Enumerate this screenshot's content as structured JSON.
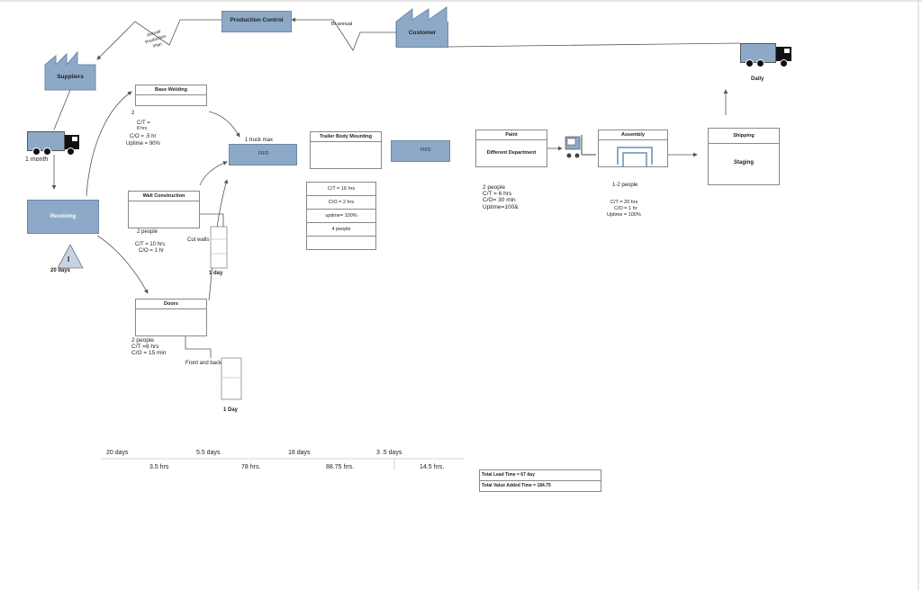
{
  "entities": {
    "production_control": "Production Control",
    "customer": "Customer",
    "suppliers": "Suppliers",
    "receiving": "Receiving"
  },
  "flows": {
    "annual_plan": "Annual Production Plan",
    "biannual": "Bi-annual",
    "daily": "Daily",
    "one_month": "1 month",
    "truck_max": "1 truck max",
    "fifo1": "FIFO",
    "fifo2": "FIFO"
  },
  "inventory": {
    "symbol": "I",
    "days": "20 days"
  },
  "base_welding": {
    "title": "Base Welding",
    "operators": "2",
    "ct_label": "C/T =",
    "ct_value": "8 hrs",
    "co": "C/O = .5 hr",
    "uptime": "Uptime = 90%"
  },
  "wall_construction": {
    "title": "Wall Construction",
    "people": "2 people",
    "ct": "C/T = 10 hrs",
    "co": "C/O = 1 hr",
    "cut_walls": "Cut walls",
    "one_day": "1 day"
  },
  "doors": {
    "title": "Doors",
    "people": "2 people",
    "ct": "C/T =8 hrs",
    "co": "C/O = 15 min",
    "front_back": "Front and back",
    "one_day": "1 Day"
  },
  "trailer_body": {
    "title": "Trailer Body Mounting",
    "ct": "C/T = 16 hrs",
    "co": "C/O = 2 hrs",
    "uptime": "uptime= 100%",
    "people": "4 people"
  },
  "paint": {
    "title": "Paint",
    "sub": "Different Department",
    "people": "2 people",
    "ct": "C/T = 6 hrs",
    "co": "C/O= 30 min",
    "uptime": "Uptime=100&"
  },
  "assembly": {
    "title": "Assembly",
    "people": "1-2  people",
    "ct": "C/T = 20 hrs",
    "co": "C/O = 1 hr",
    "uptime": "Uptime = 100%"
  },
  "shipping": {
    "title": "Shipping",
    "sub": "Staging"
  },
  "timeline": {
    "top": [
      "20 days",
      "5.5 days",
      "18 days",
      "3 .5 days"
    ],
    "bottom": [
      "3.5 hrs",
      "78 hrs.",
      "88.75 hrs.",
      "14.5 hrs."
    ]
  },
  "summary": {
    "lead_time": "Total Lead Time = 67 day",
    "value_added": "Total Value Added Time =  184.75"
  }
}
